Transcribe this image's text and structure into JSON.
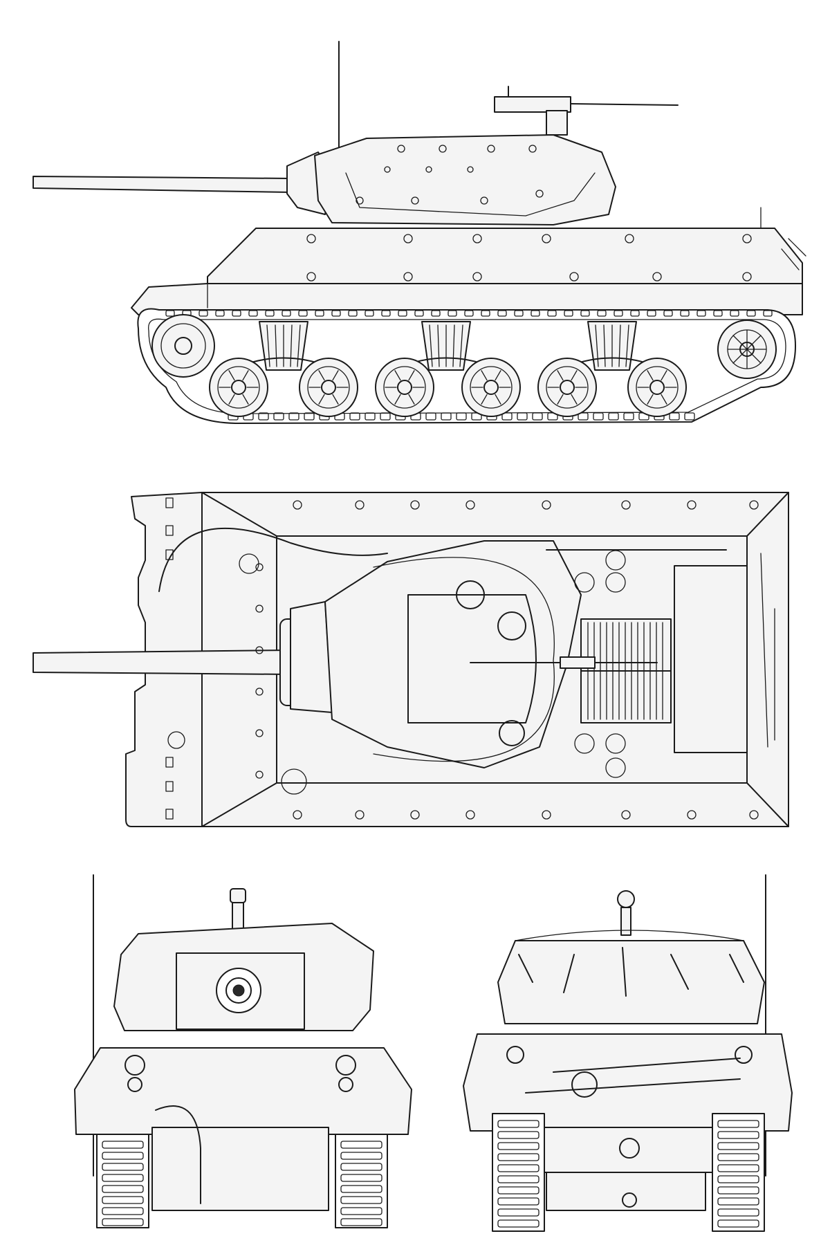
{
  "drawing": {
    "views": [
      "side",
      "top",
      "front",
      "rear"
    ],
    "line_color": "#1a1a1a",
    "paper_color": "#ffffff",
    "has_text": false
  }
}
